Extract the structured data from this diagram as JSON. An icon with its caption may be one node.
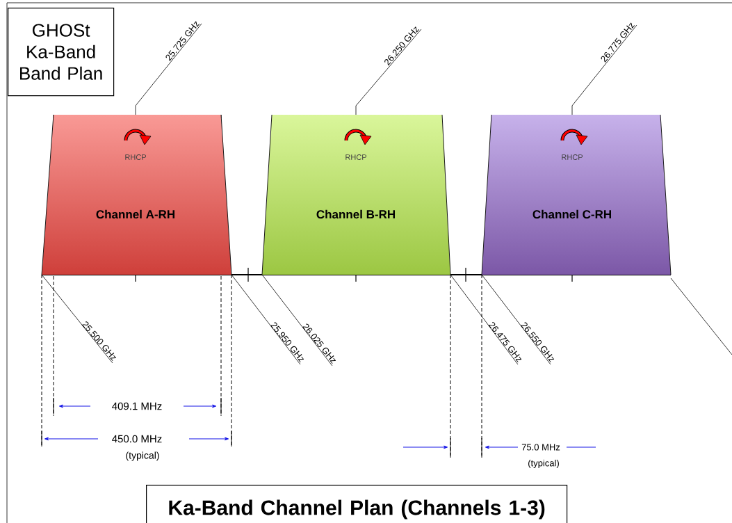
{
  "diagram": {
    "nodes": [
      {
        "text": [
          "GHOSt Ka-Band Band Plan"
        ]
      },
      {
        "text": [
          "RHCP",
          "Channel A-RH"
        ]
      },
      {
        "text": [
          "RHCP",
          "Channel B-RH"
        ]
      },
      {
        "text": [
          "RHCP",
          "Channel C-RH"
        ]
      },
      {
        "text": [
          "25.725 GHz"
        ]
      },
      {
        "text": [
          "26.250 GHz"
        ]
      },
      {
        "text": [
          "26.775 GHz"
        ]
      },
      {
        "text": [
          "25.500 GHz"
        ]
      },
      {
        "text": [
          "25.950 GHz"
        ]
      },
      {
        "text": [
          "26.025 GHz"
        ]
      },
      {
        "text": [
          "26.475 GHz"
        ]
      },
      {
        "text": [
          "26.550 GHz"
        ]
      },
      {
        "text": [
          "Ka-Band Channel Plan (Channels 1-3)"
        ]
      }
    ],
    "edges": [
      {
        "from": 4,
        "to": 1,
        "arrow": "none"
      },
      {
        "from": 5,
        "to": 2,
        "arrow": "none"
      },
      {
        "from": 6,
        "to": 3,
        "arrow": "none"
      },
      {
        "from": 7,
        "to": 1,
        "arrow": "none"
      },
      {
        "from": 8,
        "to": 1,
        "arrow": "none"
      },
      {
        "from": 9,
        "to": 2,
        "arrow": "none"
      },
      {
        "from": 10,
        "to": 2,
        "arrow": "none"
      },
      {
        "from": 11,
        "to": 3,
        "arrow": "none"
      }
    ],
    "labels": [
      "409.1 MHz",
      "450.0 MHz",
      "(typical)",
      "75.0 MHz",
      "(typical)"
    ]
  }
}
